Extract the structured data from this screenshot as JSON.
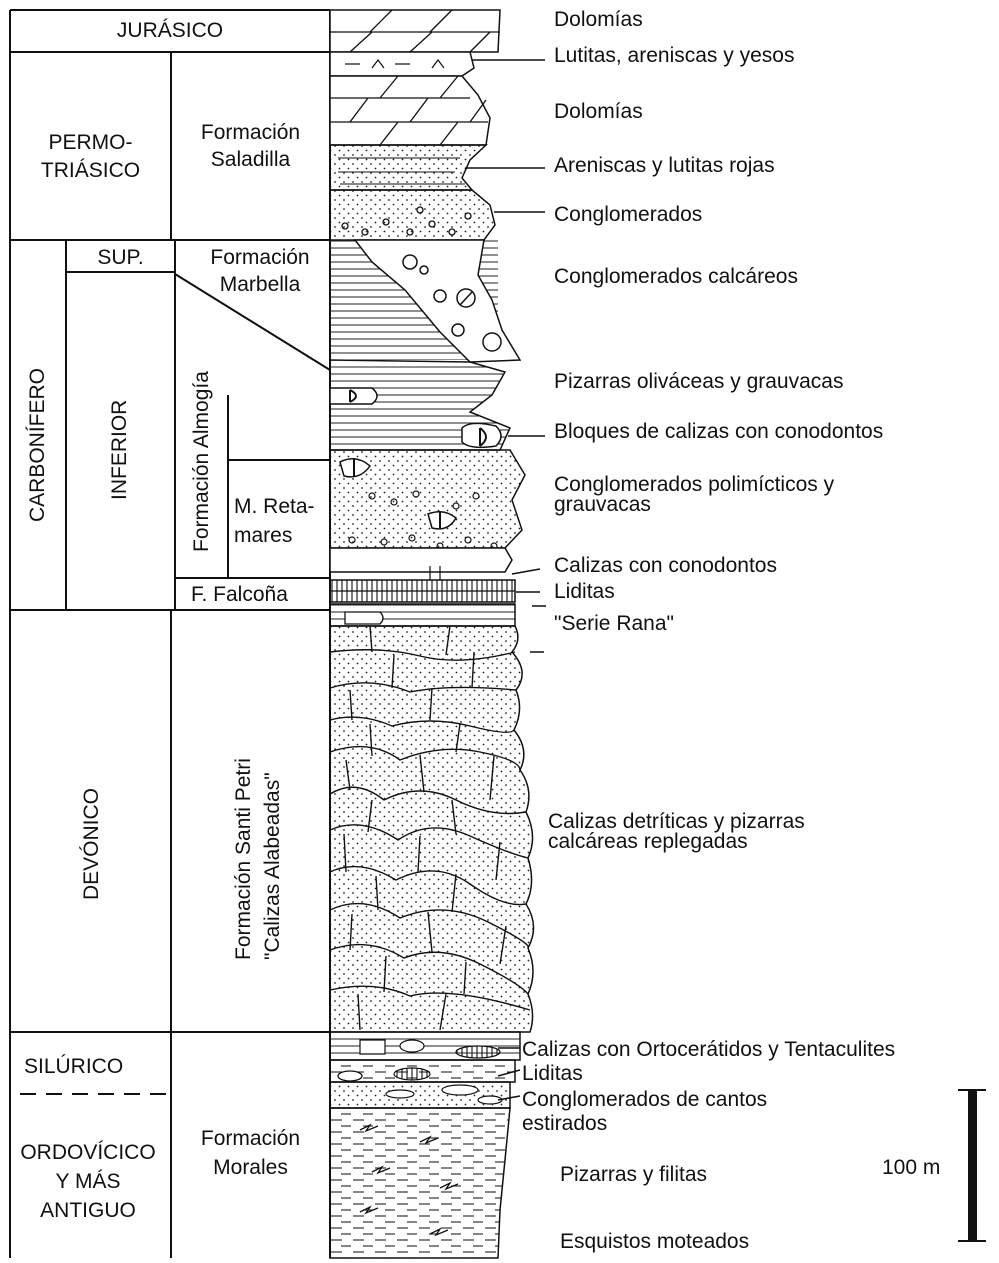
{
  "periods": {
    "jurasico": "JURÁSICO",
    "permotriasico": "PERMO-\nTRIÁSICO",
    "carbonifero": "CARBONÍFERO",
    "superior": "SUP.",
    "inferior": "INFERIOR",
    "devonico": "DEVÓNICO",
    "silurico": "SILÚRICO",
    "ordovicico": "ORDOVÍCICO\nY MÁS\nANTIGUO"
  },
  "formations": {
    "saladilla": "Formación\nSaladilla",
    "marbella": "Formación\nMarbella",
    "almogia": "Formación Almogía",
    "retamares": "M. Reta-\nmares",
    "falcona": "F. Falcoña",
    "santi_petri_1": "Formación Santi Petri",
    "santi_petri_2": "\"Calizas Alabeadas\"",
    "morales": "Formación\nMorales"
  },
  "lithology": [
    "Dolomías",
    "Lutitas, areniscas y yesos",
    "Dolomías",
    "Areniscas y lutitas rojas",
    "Conglomerados",
    "Conglomerados calcáreos",
    "Pizarras oliváceas y grauvacas",
    "Bloques de calizas con conodontos",
    "Conglomerados polimícticos y\ngrauvacas",
    "Calizas con conodontos",
    "Liditas",
    "\"Serie Rana\"",
    "Calizas detríticas y pizarras\ncalcáreas replegadas",
    "Calizas con Ortocerátidos y Tentaculites",
    "Liditas",
    "Conglomerados de cantos\nestirados",
    "Pizarras y filitas",
    "Esquistos moteados"
  ],
  "scale": {
    "label": "100 m"
  }
}
